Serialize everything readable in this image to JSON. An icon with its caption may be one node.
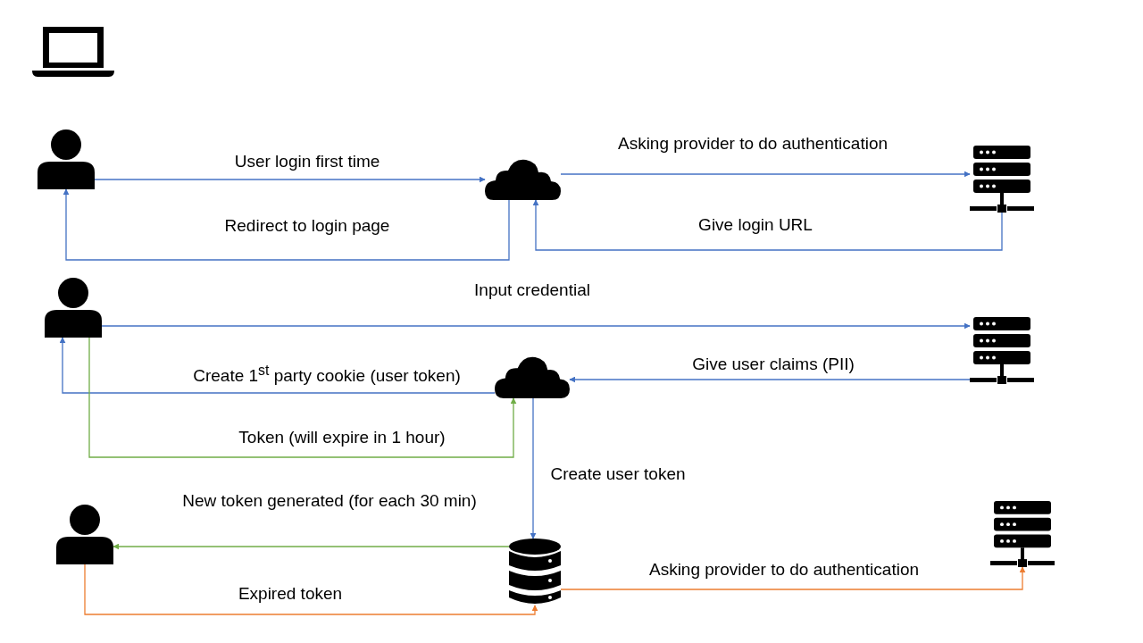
{
  "diagram": {
    "nodes": [
      {
        "text": [],
        "shape": "person"
      },
      {
        "text": [],
        "shape": "cloud"
      },
      {
        "text": [],
        "shape": "server"
      },
      {
        "text": [],
        "shape": "person"
      },
      {
        "text": [],
        "shape": "server"
      },
      {
        "text": [],
        "shape": "cloud"
      },
      {
        "text": [],
        "shape": "person"
      },
      {
        "text": [],
        "shape": "database"
      },
      {
        "text": [],
        "shape": "server"
      }
    ],
    "edges": [
      {
        "from": 0,
        "to": 1,
        "arrow": "to",
        "label": "User login first time"
      },
      {
        "from": 1,
        "to": 2,
        "arrow": "to",
        "label": "Asking provider to do authentication"
      },
      {
        "from": 2,
        "to": 1,
        "arrow": "to",
        "label": "Give login URL"
      },
      {
        "from": 1,
        "to": 0,
        "arrow": "to",
        "label": "Redirect to login page"
      },
      {
        "from": 3,
        "to": 4,
        "arrow": "to",
        "label": "Input credential"
      },
      {
        "from": 4,
        "to": 5,
        "arrow": "to",
        "label": "Give user claims (PII)"
      },
      {
        "from": 5,
        "to": 3,
        "arrow": "to",
        "label": "Create 1$^{st}$ party cookie (user token)"
      },
      {
        "from": 3,
        "to": 5,
        "arrow": "to",
        "label": "Token (will expire in 1 hour)",
        "color": "#70ad47"
      },
      {
        "from": 5,
        "to": 7,
        "arrow": "to",
        "label": "Create user token"
      },
      {
        "from": 7,
        "to": 6,
        "arrow": "to",
        "label": "New token generated (for each 30 min)",
        "color": "#70ad47"
      },
      {
        "from": 6,
        "to": 7,
        "arrow": "to",
        "label": "Expired token",
        "color": "#ed7d31"
      },
      {
        "from": 7,
        "to": 8,
        "arrow": "to",
        "label": "Asking provider to do authentication",
        "color": "#ed7d31"
      }
    ]
  }
}
